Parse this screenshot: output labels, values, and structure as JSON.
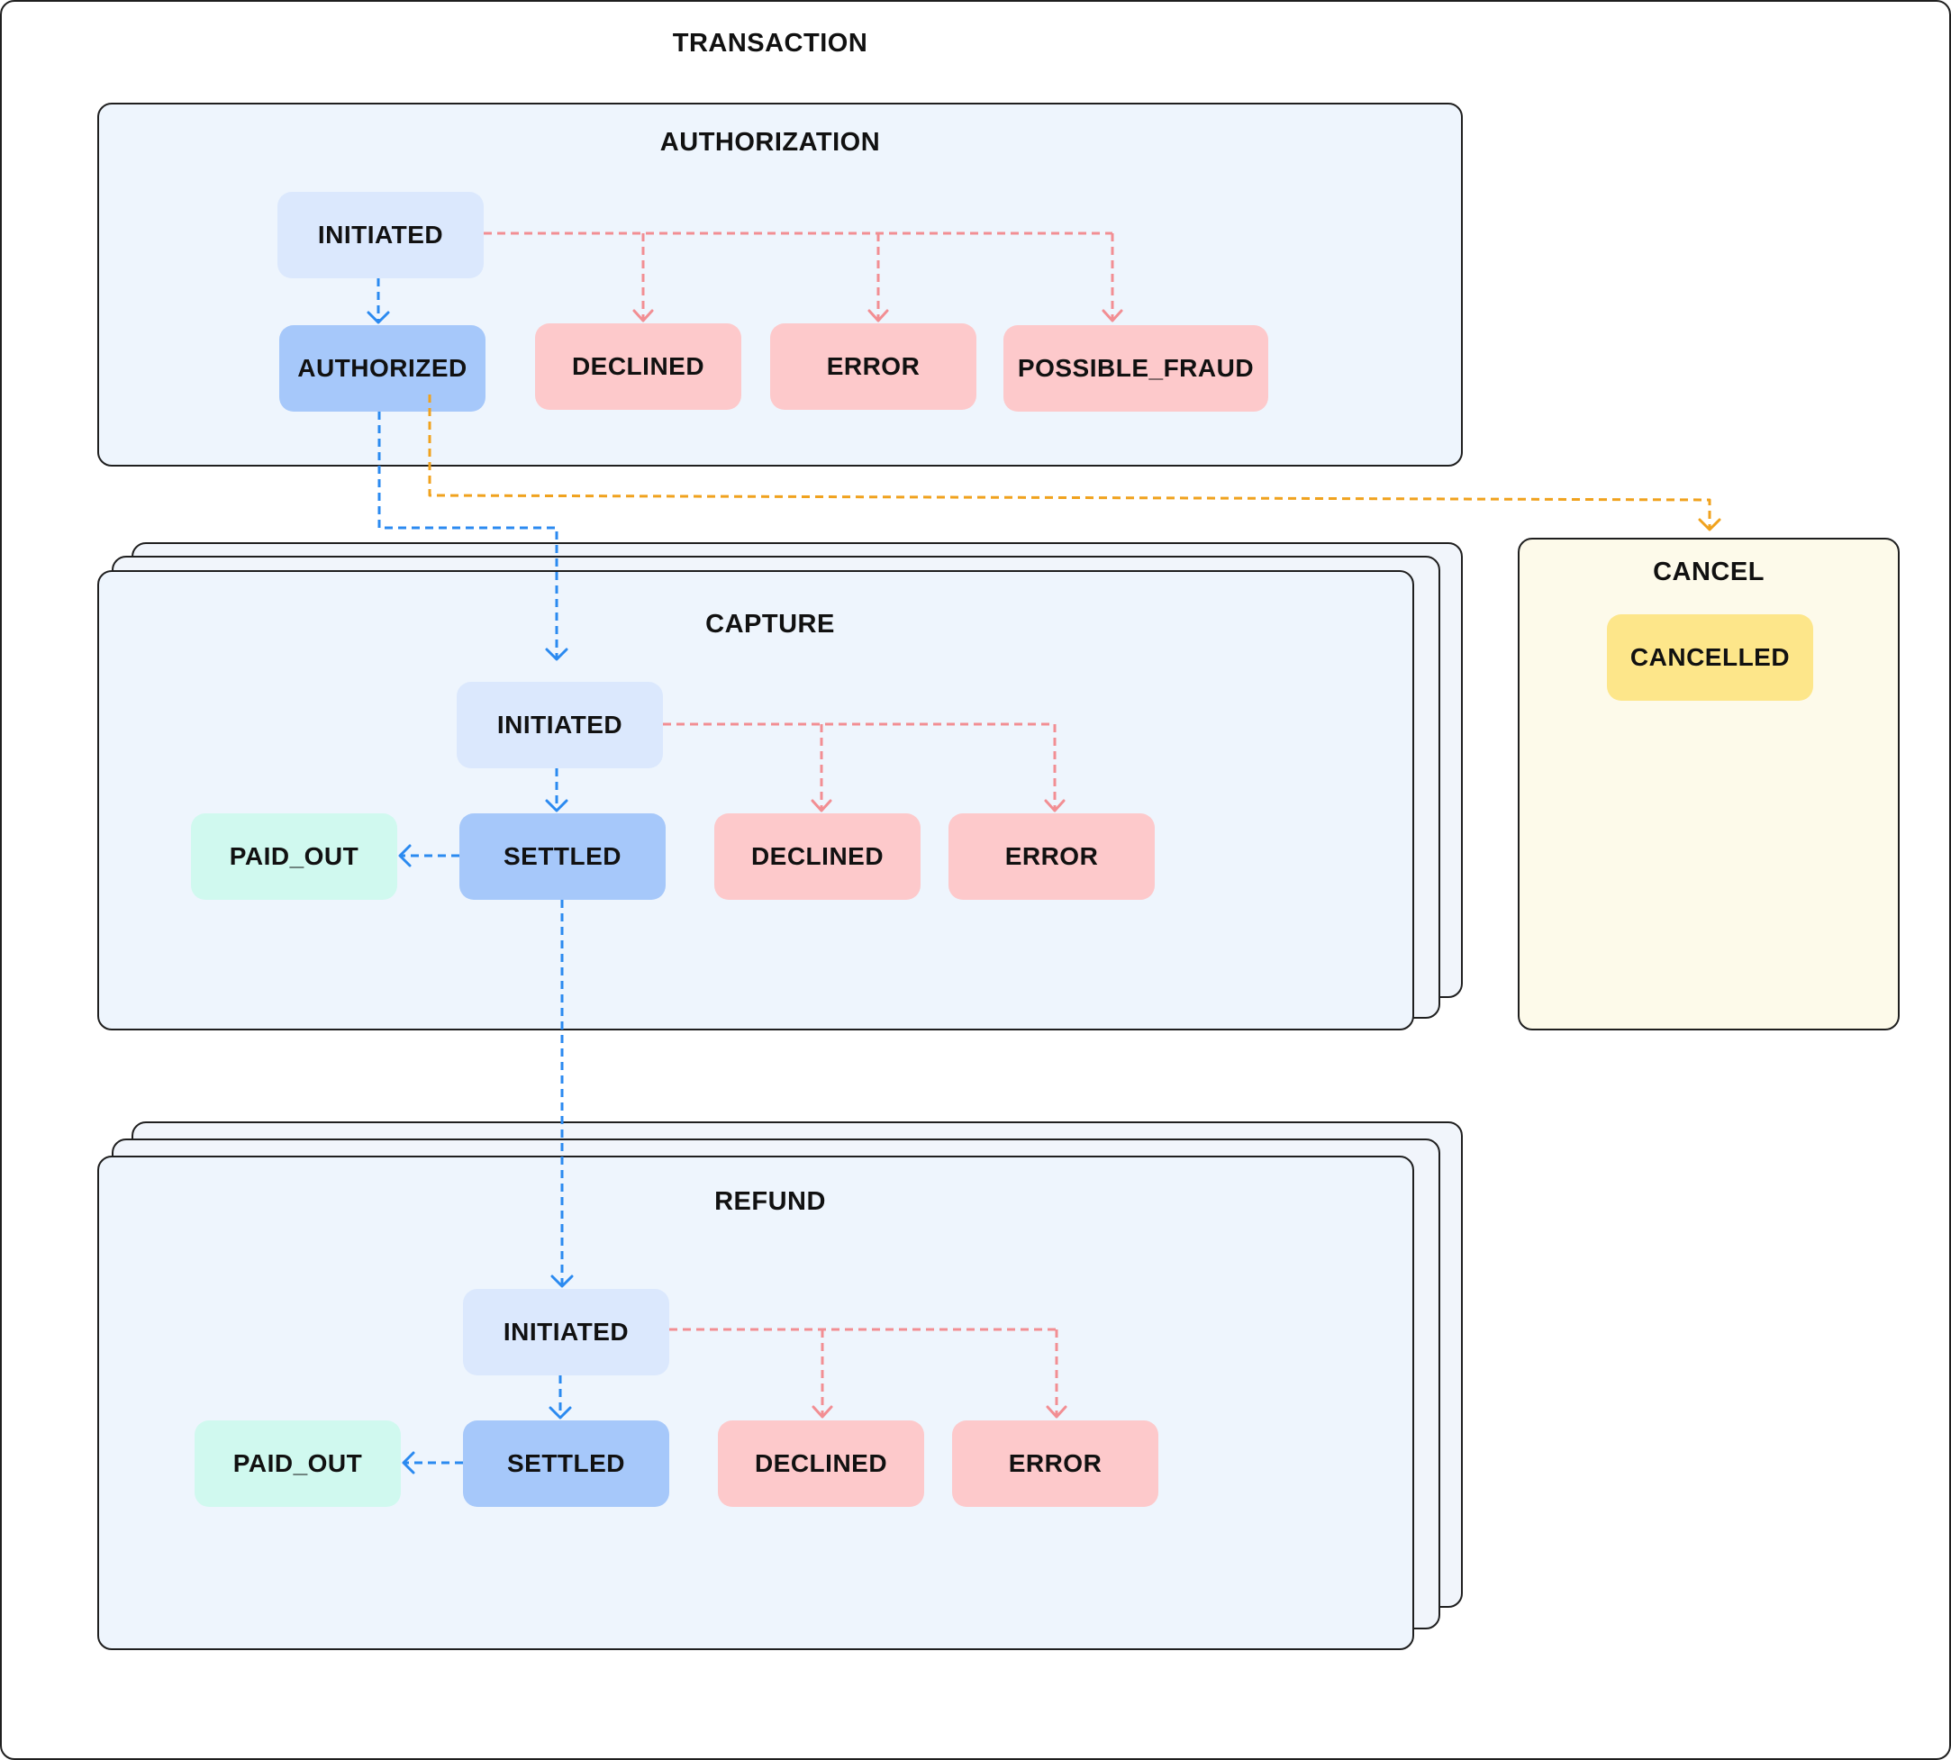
{
  "diagram": {
    "title": "TRANSACTION",
    "authorization": {
      "title": "AUTHORIZATION",
      "initiated": "INITIATED",
      "authorized": "AUTHORIZED",
      "declined": "DECLINED",
      "error": "ERROR",
      "possible_fraud": "POSSIBLE_FRAUD"
    },
    "capture": {
      "title": "CAPTURE",
      "initiated": "INITIATED",
      "settled": "SETTLED",
      "paid_out": "PAID_OUT",
      "declined": "DECLINED",
      "error": "ERROR"
    },
    "refund": {
      "title": "REFUND",
      "initiated": "INITIATED",
      "settled": "SETTLED",
      "paid_out": "PAID_OUT",
      "declined": "DECLINED",
      "error": "ERROR"
    },
    "cancel": {
      "title": "CANCEL",
      "cancelled": "CANCELLED"
    }
  },
  "colors": {
    "flow": "#2b8af0",
    "failure": "#f28e93",
    "cancel": "#f0a21e",
    "panel": "#eef5fd",
    "cancel_panel": "#fdfaea",
    "initiated": "#dbe8fd",
    "settled": "#a6c8fa",
    "failed": "#fdc9cb",
    "paid_out": "#d0f9ef",
    "cancelled": "#fde68a"
  }
}
